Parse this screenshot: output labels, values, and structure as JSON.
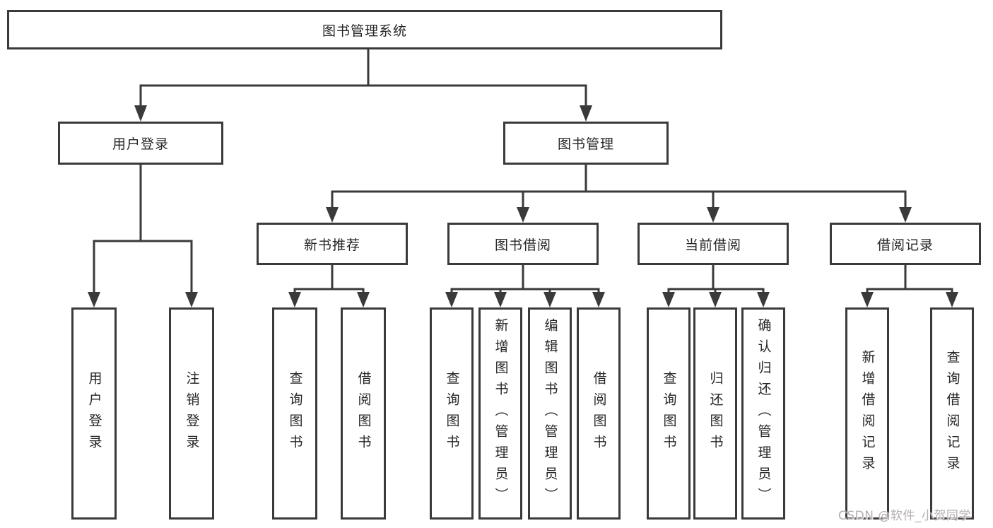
{
  "colors": {
    "line": "#3a3a3a",
    "box_border": "#3a3a3a",
    "text": "#262626",
    "background": "#ffffff",
    "watermark": "#b5adad"
  },
  "watermark": "CSDN @软件_小贺同学",
  "tree": {
    "label": "图书管理系统",
    "children": [
      {
        "label": "用户登录",
        "children": [
          {
            "label": "用户登录"
          },
          {
            "label": "注销登录"
          }
        ]
      },
      {
        "label": "图书管理",
        "children": [
          {
            "label": "新书推荐",
            "children": [
              {
                "label": "查询图书"
              },
              {
                "label": "借阅图书"
              }
            ]
          },
          {
            "label": "图书借阅",
            "children": [
              {
                "label": "查询图书"
              },
              {
                "label": "新增图书（管理员）"
              },
              {
                "label": "编辑图书（管理员）"
              },
              {
                "label": "借阅图书"
              }
            ]
          },
          {
            "label": "当前借阅",
            "children": [
              {
                "label": "查询图书"
              },
              {
                "label": "归还图书"
              },
              {
                "label": "确认归还（管理员）"
              }
            ]
          },
          {
            "label": "借阅记录",
            "children": [
              {
                "label": "新增借阅记录"
              },
              {
                "label": "查询借阅记录"
              }
            ]
          }
        ]
      }
    ]
  }
}
